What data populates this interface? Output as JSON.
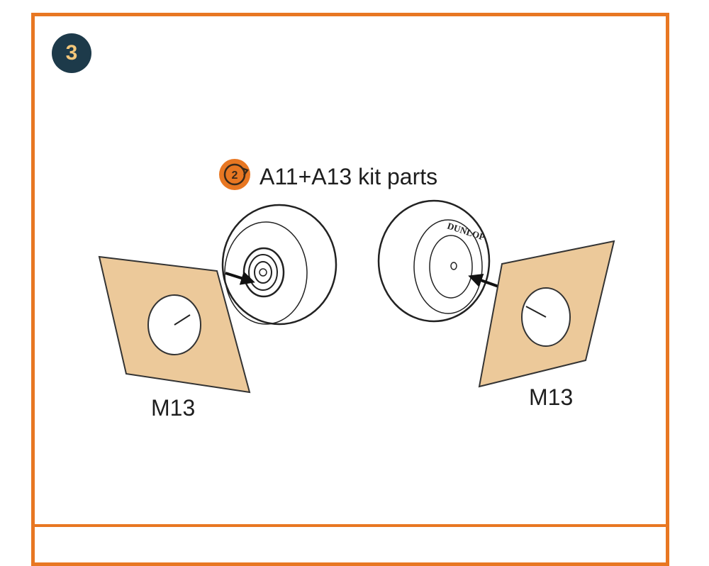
{
  "step": {
    "number": "3"
  },
  "instruction": {
    "icon": "rotate-arrow-icon",
    "icon_number": "2",
    "text": "A11+A13 kit parts"
  },
  "parts": {
    "mask_left": "M13",
    "mask_right": "M13",
    "tire_brand": "DUNLOP"
  },
  "colors": {
    "frame": "#e87722",
    "step_badge": "#1d3a4a",
    "mask_fill": "#ecc99a"
  }
}
